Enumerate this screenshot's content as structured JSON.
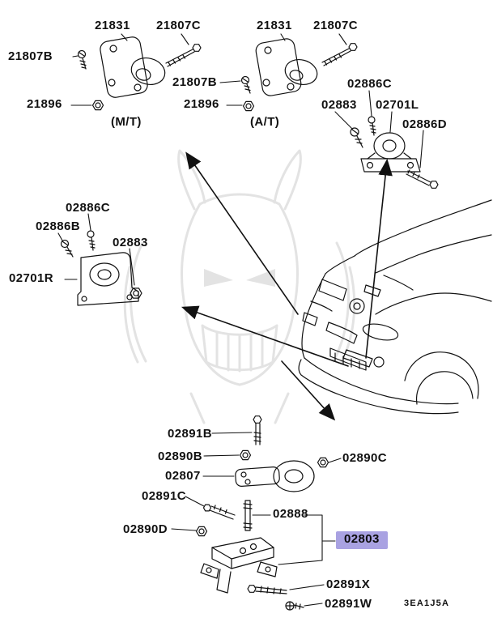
{
  "diagram": {
    "highlight_color": "#a9a2e2",
    "line_color": "#111111",
    "watermark_color": "#e3e3e3",
    "watermark_icon": "samurai-mask-watermark"
  },
  "labels": {
    "mt_21807B": "21807B",
    "mt_21831": "21831",
    "mt_21807C": "21807C",
    "mt_21896": "21896",
    "mt_caption": "(M/T)",
    "at_21807B": "21807B",
    "at_21831": "21831",
    "at_21807C": "21807C",
    "at_21896": "21896",
    "at_caption": "(A/T)",
    "fr_02886C": "02886C",
    "fr_02883": "02883",
    "fr_02701L": "02701L",
    "fr_02886D": "02886D",
    "fl_02886C": "02886C",
    "fl_02886B": "02886B",
    "fl_02883": "02883",
    "fl_02701R": "02701R",
    "rb_02891B": "02891B",
    "rb_02890B": "02890B",
    "rb_02807": "02807",
    "rb_02890C": "02890C",
    "rb_02891C": "02891C",
    "rb_02888": "02888",
    "rb_02890D": "02890D",
    "rb_02803": "02803",
    "rb_02891X": "02891X",
    "rb_02891W": "02891W"
  },
  "footer": {
    "code": "3EA1J5A"
  }
}
